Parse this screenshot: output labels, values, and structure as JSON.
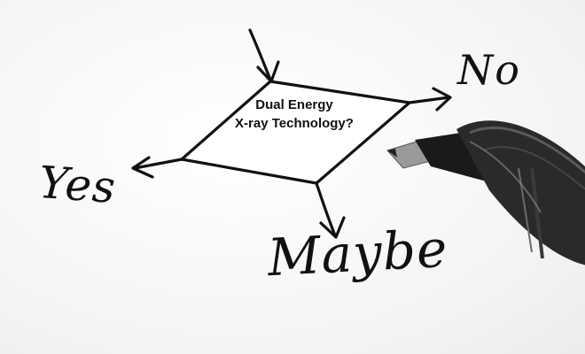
{
  "diagram": {
    "decision": {
      "line1": "Dual Energy",
      "line2": "X-ray Technology?"
    },
    "outcomes": {
      "right": "No",
      "left": "Yes",
      "bottom": "Maybe"
    }
  }
}
